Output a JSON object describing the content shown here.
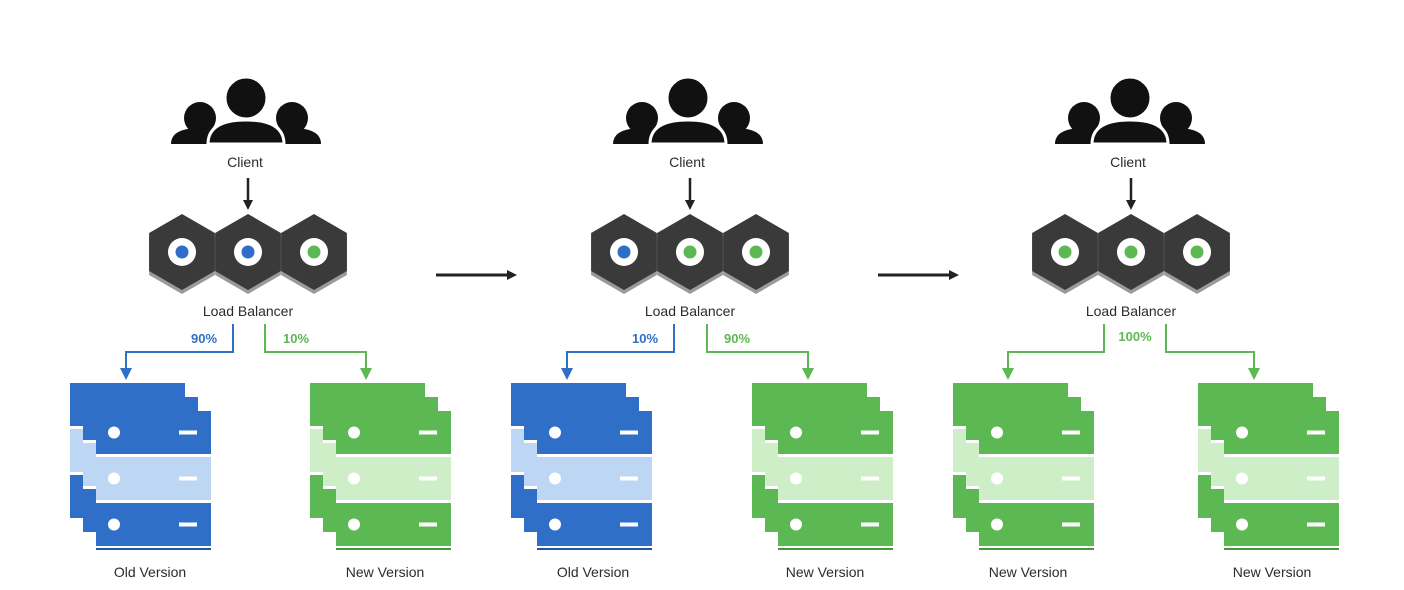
{
  "colors": {
    "blue": "#2f6fc8",
    "blue_light": "#bcd6f3",
    "blue_edge": "#1f55a4",
    "green": "#5cb852",
    "green_light": "#cdeec6",
    "green_edge": "#3f9a3b",
    "dark": "#3a3a3a",
    "arrow": "#222222"
  },
  "icons": [
    "users-icon",
    "hexagon-node-icon",
    "server-stack-icon",
    "arrow-right-icon",
    "arrow-down-icon"
  ],
  "stages": [
    {
      "client_label": "Client",
      "lb_label": "Load Balancer",
      "nodes": [
        "blue",
        "blue",
        "green"
      ],
      "left": {
        "pct": "90%",
        "pct_color": "blue",
        "server_color": "blue",
        "label": "Old Version"
      },
      "right": {
        "pct": "10%",
        "pct_color": "green",
        "server_color": "green",
        "label": "New Version"
      }
    },
    {
      "client_label": "Client",
      "lb_label": "Load Balancer",
      "nodes": [
        "blue",
        "green",
        "green"
      ],
      "left": {
        "pct": "10%",
        "pct_color": "blue",
        "server_color": "blue",
        "label": "Old Version"
      },
      "right": {
        "pct": "90%",
        "pct_color": "green",
        "server_color": "green",
        "label": "New Version"
      }
    },
    {
      "client_label": "Client",
      "lb_label": "Load Balancer",
      "nodes": [
        "green",
        "green",
        "green"
      ],
      "center_pct": {
        "pct": "100%",
        "pct_color": "green"
      },
      "left": {
        "pct_color": "green",
        "server_color": "green",
        "label": "New Version"
      },
      "right": {
        "pct_color": "green",
        "server_color": "green",
        "label": "New Version"
      }
    }
  ]
}
